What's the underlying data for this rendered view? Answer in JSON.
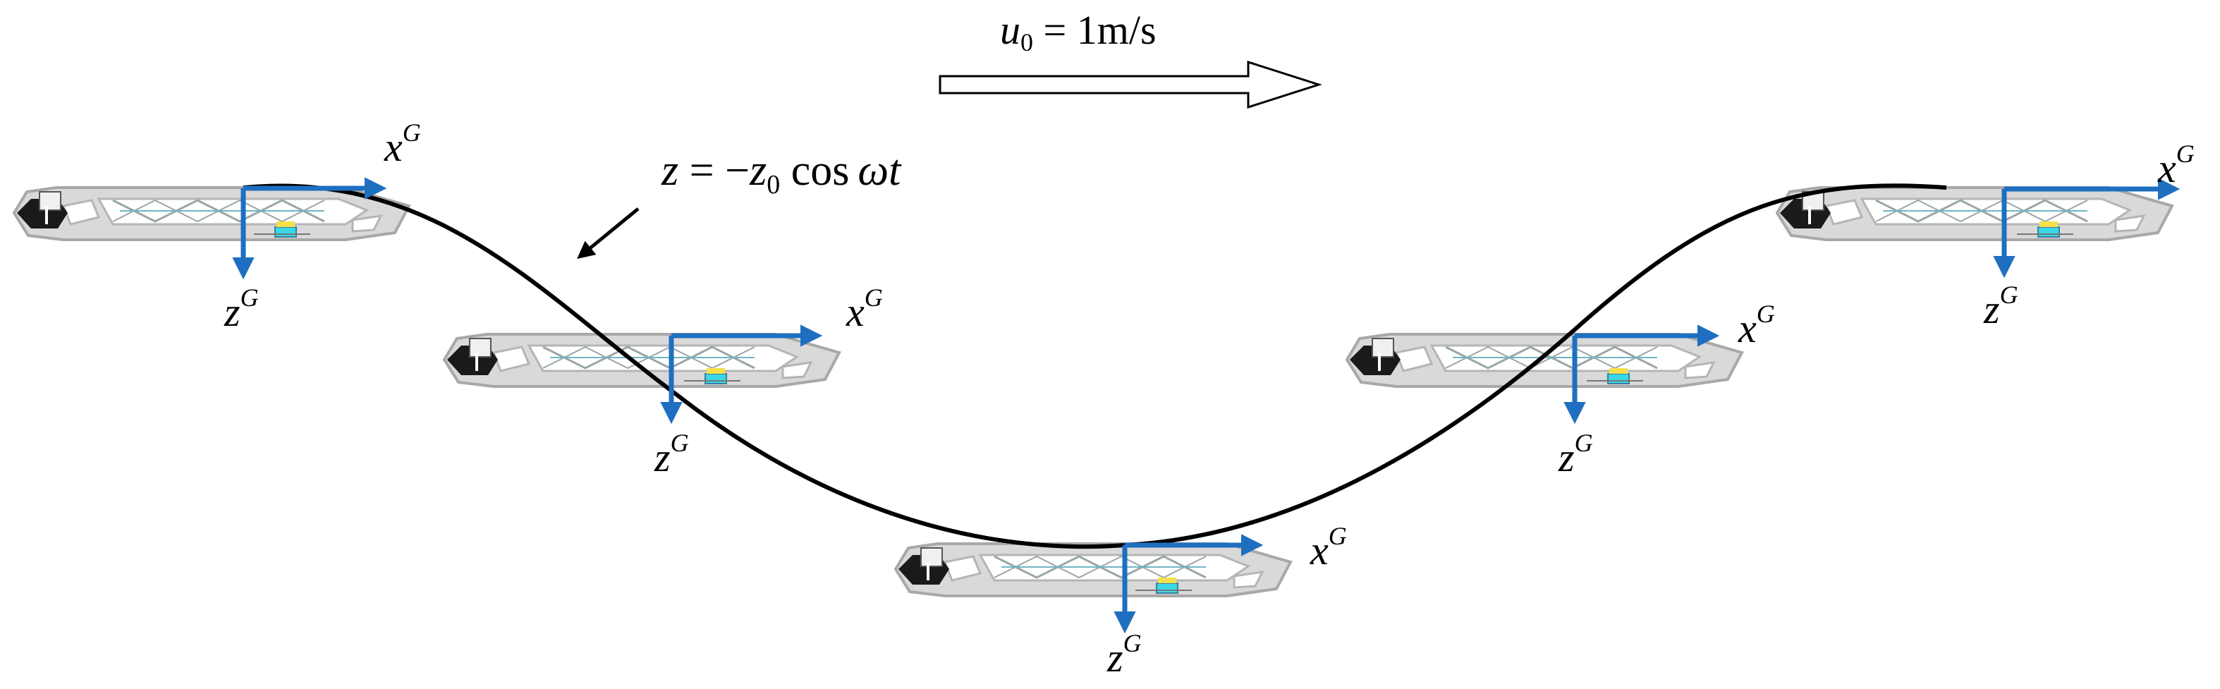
{
  "velocity": {
    "symbol": "u",
    "subscript": "0",
    "expression": " = 1m/s"
  },
  "trajectory": {
    "lhs": "z",
    "minus": " = −",
    "z": "z",
    "subscript": "0",
    "func": " cos",
    "arg": "ωt"
  },
  "frame_labels": {
    "x_axis": "x",
    "z_axis": "z",
    "superscript": "G"
  },
  "vehicle_count": 5,
  "colors": {
    "path": "#000000",
    "axis_arrows": "#1f6fc0",
    "vehicle_body": "#c8c8c8",
    "nose": "#1a1a1a",
    "payload": "#38d8e8"
  }
}
